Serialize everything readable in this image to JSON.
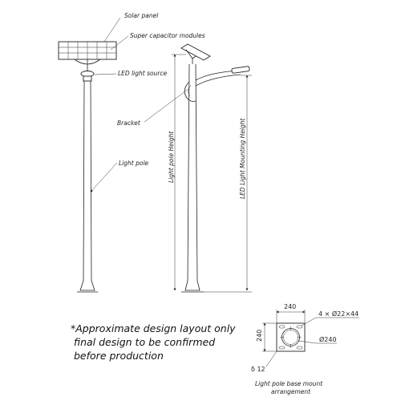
{
  "labels": {
    "solar_panel": "Solar panel",
    "super_capacitor": "Super capacitor modules",
    "led_source": "LED light source",
    "bracket": "Bracket",
    "light_pole": "Light pole",
    "pole_height": "Light pole Height",
    "mounting_height": "LED Light Mounting Height"
  },
  "base": {
    "dim_top": "240",
    "dim_left": "240",
    "holes": "4 × Ø22×44",
    "diameter": "Ø240",
    "thickness": "δ 12",
    "caption_line1": "Light pole base mount",
    "caption_line2": "arrangement"
  },
  "note": {
    "line1": "*Approximate design layout only",
    "line2": "final design to be confirmed",
    "line3": "before production"
  }
}
